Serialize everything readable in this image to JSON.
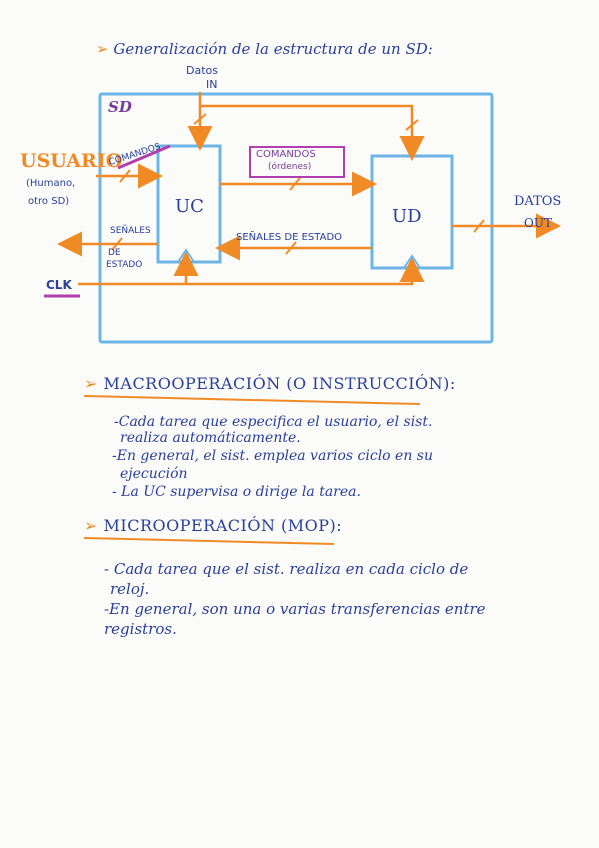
{
  "header": {
    "title": "Generalización de la estructura de un SD:"
  },
  "diagram": {
    "sd_label": "SD",
    "datos_in": [
      "Datos",
      "IN"
    ],
    "usuario": "USUARIO",
    "usuario_note": [
      "(Humano,",
      "otro SD)"
    ],
    "comandos_left": "COMANDOS",
    "uc": "UC",
    "ud": "UD",
    "comandos_box": [
      "COMANDOS",
      "(órdenes)"
    ],
    "senales_estado_mid": "SEÑALES DE ESTADO",
    "senales_left": [
      "SEÑALES",
      "DE",
      "ESTADO"
    ],
    "clk": "CLK",
    "datos_out": [
      "DATOS",
      "OUT"
    ]
  },
  "macro": {
    "heading": "MACROOPERACIÓN (O INSTRUCCIÓN):",
    "items": [
      "-Cada tarea que especifica el usuario, el sist.",
      "realiza automáticamente.",
      "-En general, el sist. emplea varios ciclo en su",
      "ejecución",
      "- La UC supervisa o dirige la tarea."
    ]
  },
  "micro": {
    "heading": "MICROOPERACIÓN (MOP):",
    "items": [
      "- Cada tarea que el sist. realiza en cada ciclo de",
      "reloj.",
      "-En general, son una o varias transferencias entre",
      "registros."
    ]
  }
}
